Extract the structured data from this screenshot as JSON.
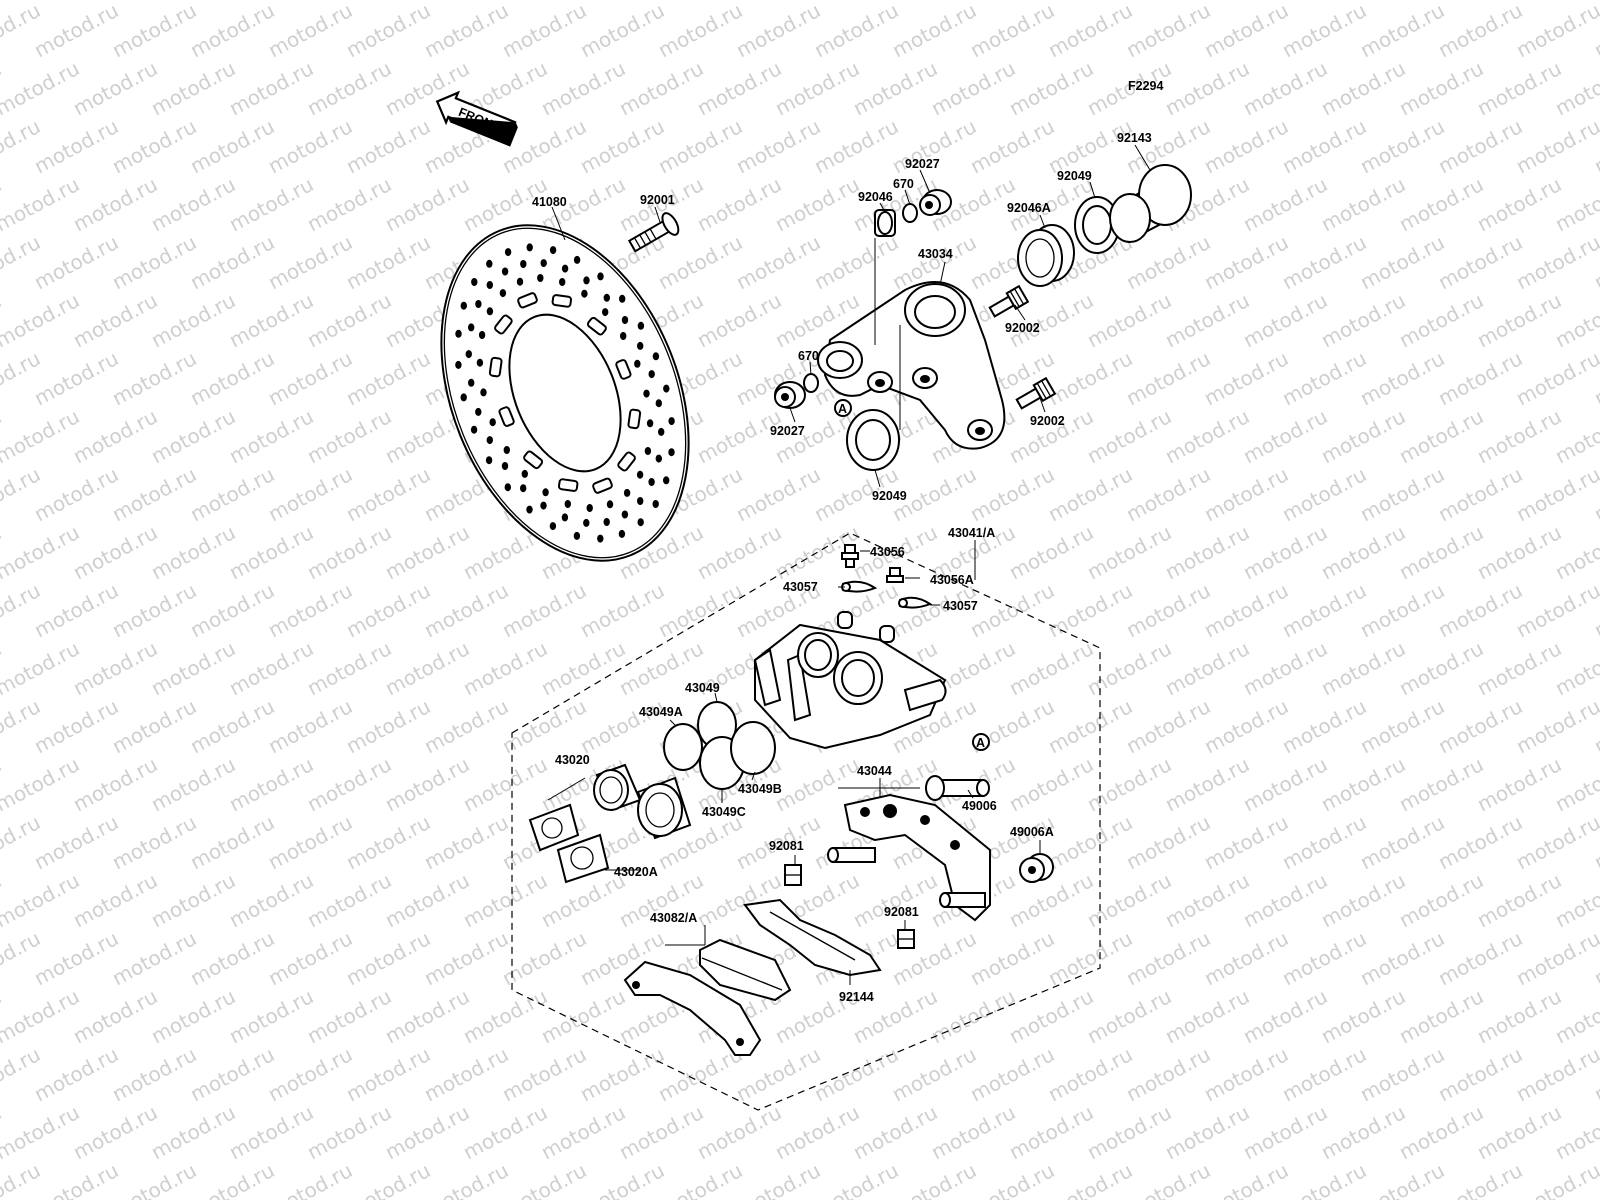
{
  "diagram_code": "F2294",
  "watermark": "motod.ru",
  "front_arrow_label": "FRONT",
  "ref_marker": "A",
  "parts": [
    {
      "key": "p41080",
      "number": "41080"
    },
    {
      "key": "p92001",
      "number": "92001"
    },
    {
      "key": "p92027a",
      "number": "92027"
    },
    {
      "key": "p670a",
      "number": "670"
    },
    {
      "key": "p92046",
      "number": "92046"
    },
    {
      "key": "p92049a",
      "number": "92049"
    },
    {
      "key": "p92143",
      "number": "92143"
    },
    {
      "key": "p92046A",
      "number": "92046A"
    },
    {
      "key": "p43034",
      "number": "43034"
    },
    {
      "key": "p92002a",
      "number": "92002"
    },
    {
      "key": "p670b",
      "number": "670"
    },
    {
      "key": "p92027b",
      "number": "92027"
    },
    {
      "key": "p92002b",
      "number": "92002"
    },
    {
      "key": "p92049b",
      "number": "92049"
    },
    {
      "key": "p43041",
      "number": "43041/A"
    },
    {
      "key": "p43056",
      "number": "43056"
    },
    {
      "key": "p43057a",
      "number": "43057"
    },
    {
      "key": "p43056A",
      "number": "43056A"
    },
    {
      "key": "p43057b",
      "number": "43057"
    },
    {
      "key": "p43049",
      "number": "43049"
    },
    {
      "key": "p43049A",
      "number": "43049A"
    },
    {
      "key": "p43020",
      "number": "43020"
    },
    {
      "key": "p43049B",
      "number": "43049B"
    },
    {
      "key": "p43049C",
      "number": "43049C"
    },
    {
      "key": "p43020A",
      "number": "43020A"
    },
    {
      "key": "p43044",
      "number": "43044"
    },
    {
      "key": "p49006",
      "number": "49006"
    },
    {
      "key": "p92081a",
      "number": "92081"
    },
    {
      "key": "p49006A",
      "number": "49006A"
    },
    {
      "key": "p92081b",
      "number": "92081"
    },
    {
      "key": "p43082",
      "number": "43082/A"
    },
    {
      "key": "p92144",
      "number": "92144"
    }
  ]
}
